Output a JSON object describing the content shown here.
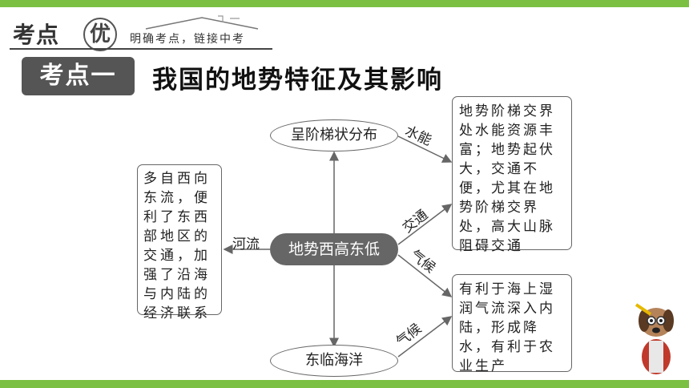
{
  "header": {
    "title_main": "考点",
    "title_circle": "优",
    "subtitle": "明确考点，链接中考"
  },
  "section": {
    "tag": "考点一",
    "title": "我国的地势特征及其影响"
  },
  "diagram": {
    "center": "地势西高东低",
    "top_node": "呈阶梯状分布",
    "bottom_node": "东临海洋",
    "left_box": "多自西向东流，便利了东西部地区的交通，加强了沿海与内陆的经济联系",
    "right_top_box": "地势阶梯交界处水能资源丰富；地势起伏大，交通不便，尤其在地势阶梯交界处，高大山脉阻碍交通",
    "right_bottom_box": "有利于海上湿润气流深入内陆，形成降水，有利于农业生产",
    "labels": {
      "river": "河流",
      "hydropower": "水能",
      "traffic": "交通",
      "climate_center": "气候",
      "climate_bottom": "气候"
    }
  },
  "colors": {
    "accent_green": "#7bc043",
    "tag_gray": "#555555",
    "node_dark": "#666666"
  }
}
